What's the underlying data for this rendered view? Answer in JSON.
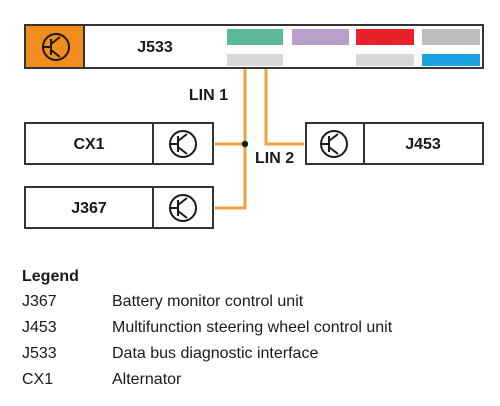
{
  "diagram": {
    "units": {
      "gateway": "J533",
      "alternator": "CX1",
      "battery_monitor": "J367",
      "steering_wheel": "J453"
    },
    "buses": {
      "lin1": "LIN 1",
      "lin2": "LIN 2"
    },
    "icon": "transistor-symbol-icon",
    "colors": {
      "bus_line": "#f0a23c",
      "orange_block": "#f28c1e",
      "green_block": "#5cb899",
      "purple_block": "#b8a0c8",
      "red_block": "#e52229",
      "grey_block": "#bdbdbd",
      "blue_block": "#1aa3e0",
      "light_grey_block": "#d8d8d8",
      "border": "#333333"
    }
  },
  "legend": {
    "title": "Legend",
    "items": [
      {
        "code": "J367",
        "description": "Battery monitor control unit"
      },
      {
        "code": "J453",
        "description": "Multifunction steering wheel control unit"
      },
      {
        "code": "J533",
        "description": "Data bus diagnostic interface"
      },
      {
        "code": "CX1",
        "description": "Alternator"
      }
    ]
  }
}
